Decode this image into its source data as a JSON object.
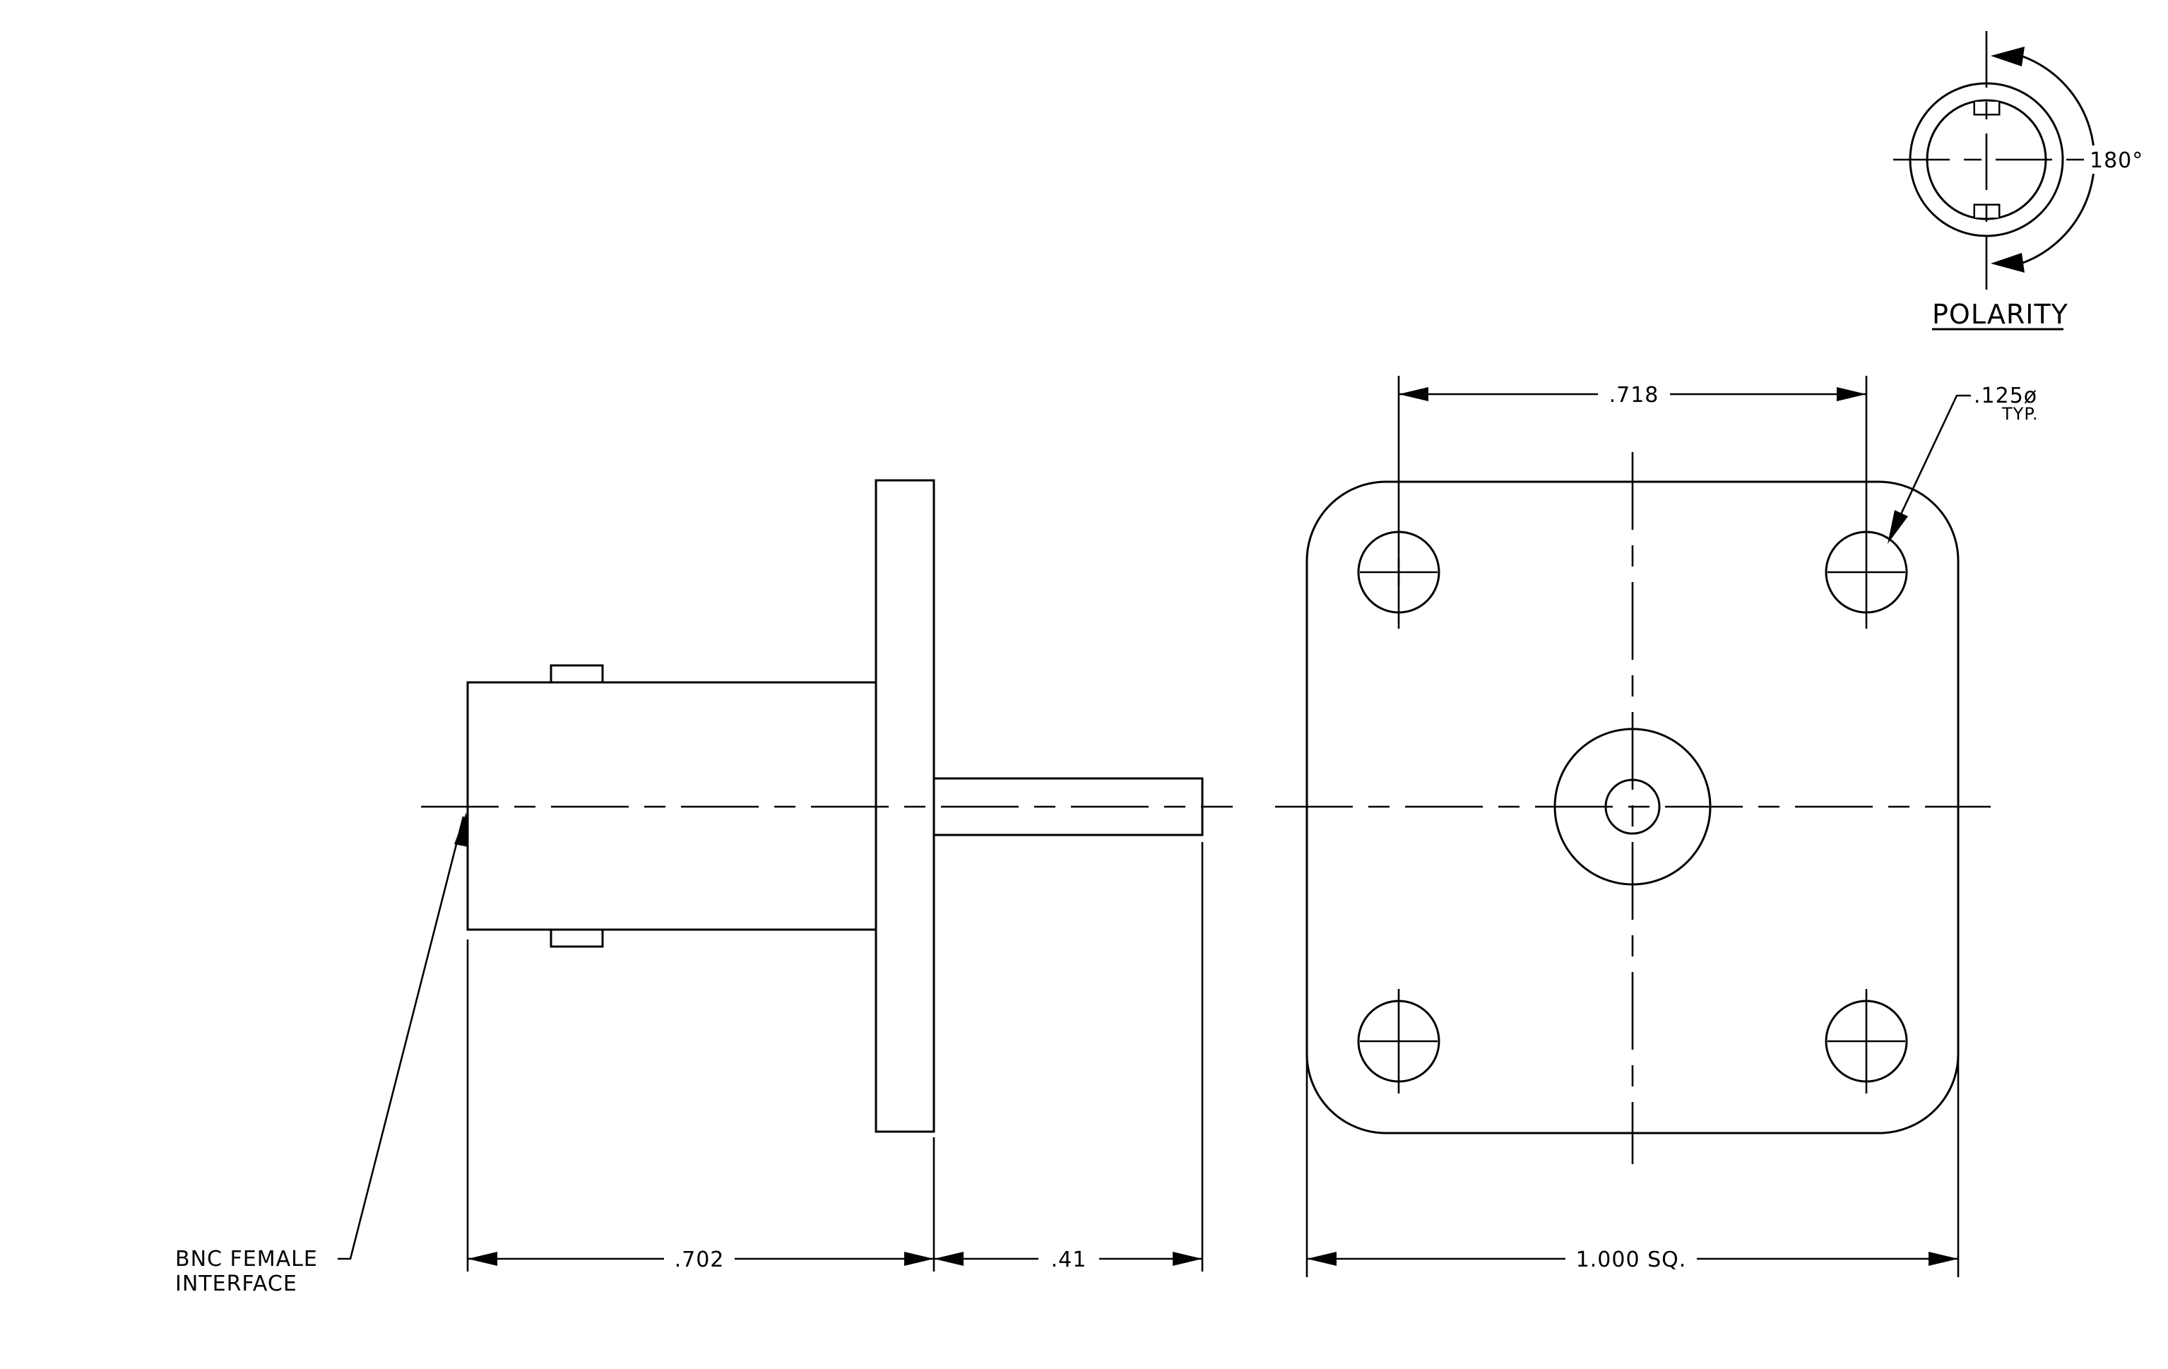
{
  "polarity": {
    "title": "POLARITY",
    "angle_label": "180°"
  },
  "callouts": {
    "bnc_line1": "BNC FEMALE",
    "bnc_line2": "INTERFACE",
    "hole_dia": ".125ø",
    "hole_typ": "TYP."
  },
  "dimensions": {
    "body_length": ".702",
    "pin_length": ".41",
    "hole_spacing": ".718",
    "flange_size": "1.000 SQ."
  }
}
